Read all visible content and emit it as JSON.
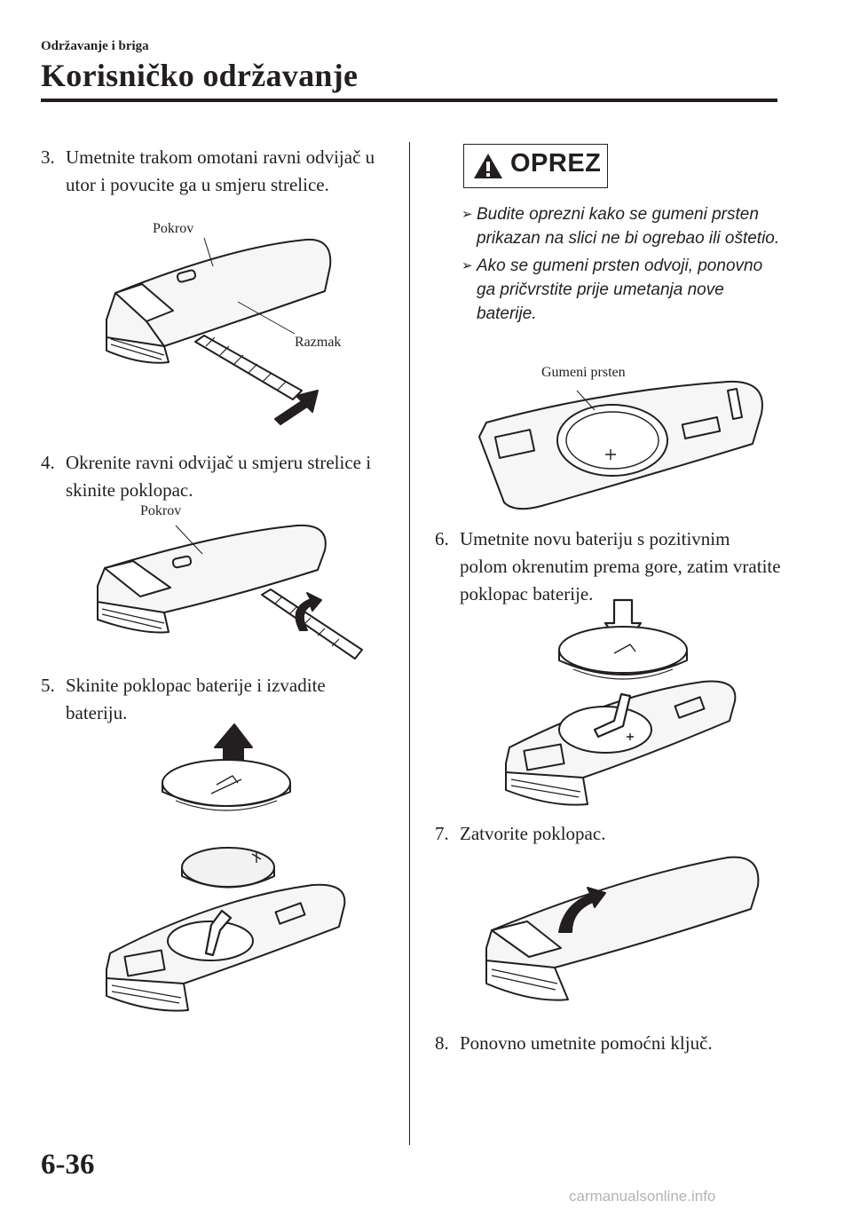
{
  "header": {
    "section": "Održavanje i briga",
    "title": "Korisničko održavanje"
  },
  "steps": [
    {
      "num": "3.",
      "text": "Umetnite trakom omotani ravni odvijač u utor i povucite ga u smjeru strelice."
    },
    {
      "num": "4.",
      "text": "Okrenite ravni odvijač u smjeru strelice i skinite poklopac."
    },
    {
      "num": "5.",
      "text": "Skinite poklopac baterije i izvadite bateriju."
    },
    {
      "num": "6.",
      "text": "Umetnite novu bateriju s pozitivnim polom okrenutim prema gore, zatim vratite poklopac baterije."
    },
    {
      "num": "7.",
      "text": "Zatvorite poklopac."
    },
    {
      "num": "8.",
      "text": "Ponovno umetnite pomoćni ključ."
    }
  ],
  "figures": {
    "fig3": {
      "label_cover": "Pokrov",
      "label_gap": "Razmak"
    },
    "fig4": {
      "label_cover": "Pokrov"
    },
    "fig_ring": {
      "label": "Gumeni prsten"
    }
  },
  "caution": {
    "title": "OPREZ",
    "icon": "warning-triangle-icon",
    "bullet_icon": "arrow-bullet-icon",
    "items": [
      "Budite oprezni kako se gumeni prsten prikazan na slici ne bi ogrebao ili oštetio.",
      "Ako se gumeni prsten odvoji, ponovno ga pričvrstite prije umetanja nove baterije."
    ]
  },
  "footer": {
    "page_number": "6-36",
    "watermark": "carmanualsonline.info"
  }
}
